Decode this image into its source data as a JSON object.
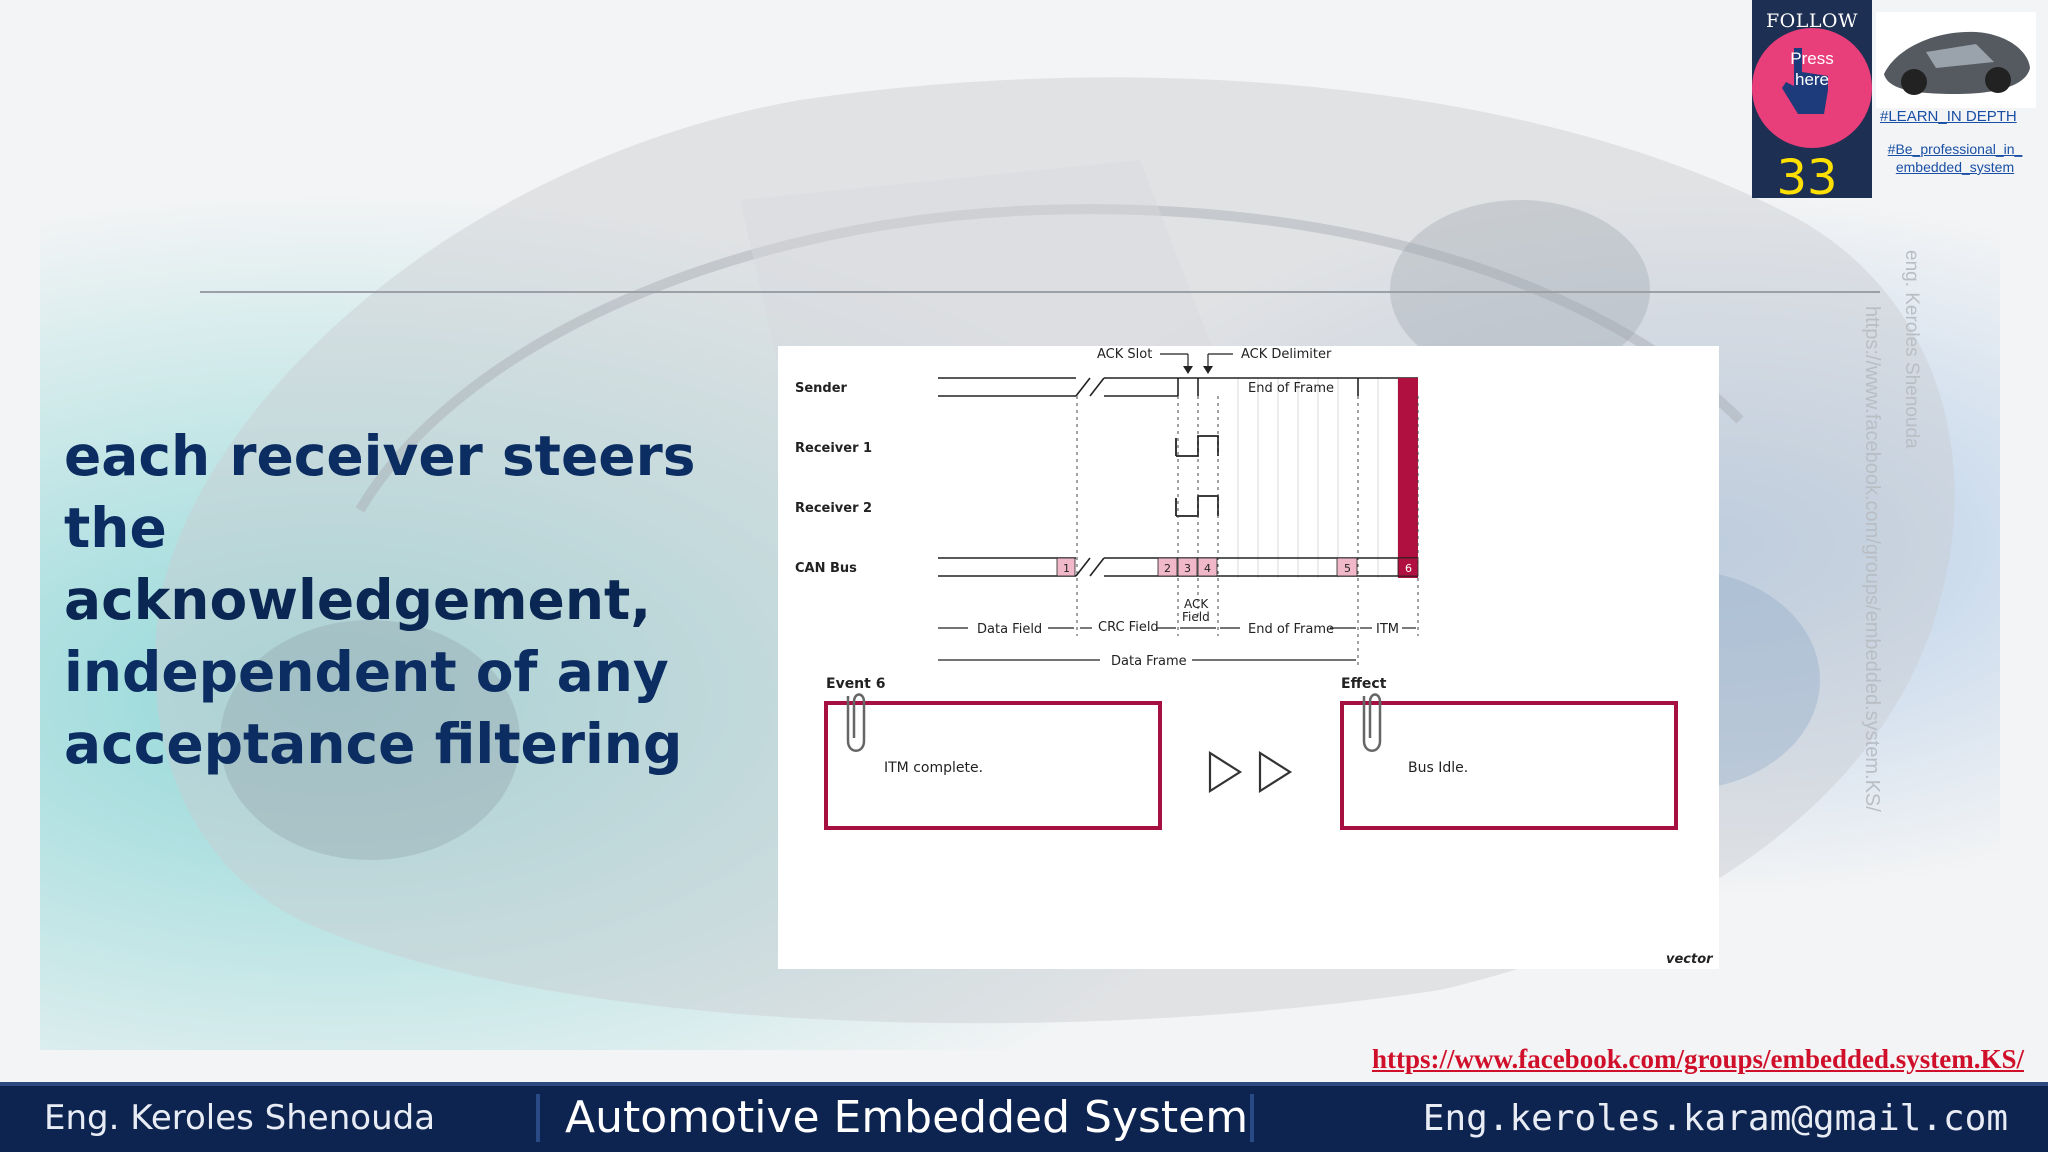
{
  "headline": {
    "line1": "each receiver steers",
    "line2_plain": "the ",
    "line2_strong": "acknowledgement,",
    "line3": "independent of any",
    "line4": "acceptance filtering"
  },
  "diagram": {
    "top_labels": {
      "ack_slot": "ACK Slot",
      "ack_delimiter": "ACK Delimiter",
      "end_of_frame_top": "End of Frame"
    },
    "rows": {
      "sender": "Sender",
      "receiver1": "Receiver 1",
      "receiver2": "Receiver 2",
      "can_bus": "CAN Bus"
    },
    "markers": [
      "1",
      "2",
      "3",
      "4",
      "5",
      "6"
    ],
    "fields": {
      "data_field": "Data Field",
      "crc_field": "CRC Field",
      "ack_field_1": "ACK",
      "ack_field_2": "Field",
      "end_of_frame": "End of Frame",
      "itm": "ITM",
      "data_frame": "Data Frame"
    },
    "event": {
      "label": "Event 6",
      "text": "ITM complete."
    },
    "effect": {
      "label": "Effect",
      "text": "Bus Idle."
    },
    "logo": "vector",
    "colors": {
      "accent": "#b0103f",
      "marker_fill": "#f1b8c9",
      "frame": "#a51040"
    }
  },
  "follow": {
    "title": "FOLLOW US",
    "press": "Press here",
    "count": "33"
  },
  "tags": {
    "learn": "#LEARN_IN DEPTH",
    "professional_1": "#Be_professional_in_",
    "professional_2": "embedded_system"
  },
  "watermark": {
    "name": "eng. Keroles Shenouda",
    "url": "https://www.facebook.com/groups/embedded.system.KS/"
  },
  "facebook_link": "https://www.facebook.com/groups/embedded.system.KS/",
  "footer": {
    "author": "Eng. Keroles Shenouda",
    "title": "Automotive Embedded System",
    "email": "Eng.keroles.karam@gmail.com"
  }
}
